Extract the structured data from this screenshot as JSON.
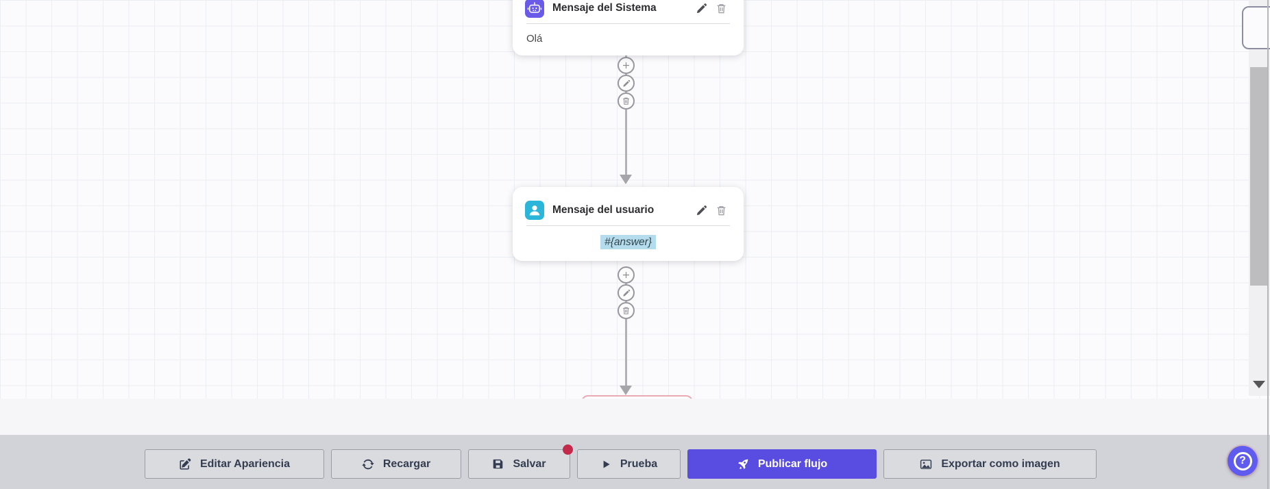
{
  "canvas": {
    "background": "#FBFBFD",
    "grid_color": "#ECEEF4",
    "nodes": [
      {
        "title": "Mensaje del Sistema",
        "body": "Olá",
        "icon": "robot-icon",
        "icon_bg": "#6A5AE8",
        "actions": [
          {
            "icon": "pencil-icon",
            "name": "edit"
          },
          {
            "icon": "trash-icon",
            "name": "delete"
          }
        ]
      },
      {
        "title": "Mensaje del usuario",
        "body": "#{answer}",
        "icon": "user-icon",
        "icon_bg": "#2BB5D9",
        "body_highlight_bg": "#B5DCEC",
        "actions": [
          {
            "icon": "pencil-icon",
            "name": "edit"
          },
          {
            "icon": "trash-icon",
            "name": "delete"
          }
        ]
      }
    ],
    "connector_buttons": [
      {
        "icon": "plus-icon",
        "name": "add-node"
      },
      {
        "icon": "pencil-icon",
        "name": "edit-connection"
      },
      {
        "icon": "trash-icon",
        "name": "delete-connection"
      }
    ]
  },
  "toolbar": {
    "background": "#D2D3D8",
    "primary_color": "#584DE0",
    "badge_color": "#C2294A",
    "buttons": [
      {
        "label": "Editar Apariencia",
        "icon": "edit-square-icon"
      },
      {
        "label": "Recargar",
        "icon": "refresh-icon"
      },
      {
        "label": "Salvar",
        "icon": "save-icon",
        "has_badge": true
      },
      {
        "label": "Prueba",
        "icon": "play-icon"
      },
      {
        "label": "Publicar flujo",
        "icon": "rocket-icon",
        "primary": true
      },
      {
        "label": "Exportar como imagen",
        "icon": "image-icon"
      }
    ]
  },
  "help_button": {
    "label": "?",
    "color": "#5E5BEE"
  }
}
